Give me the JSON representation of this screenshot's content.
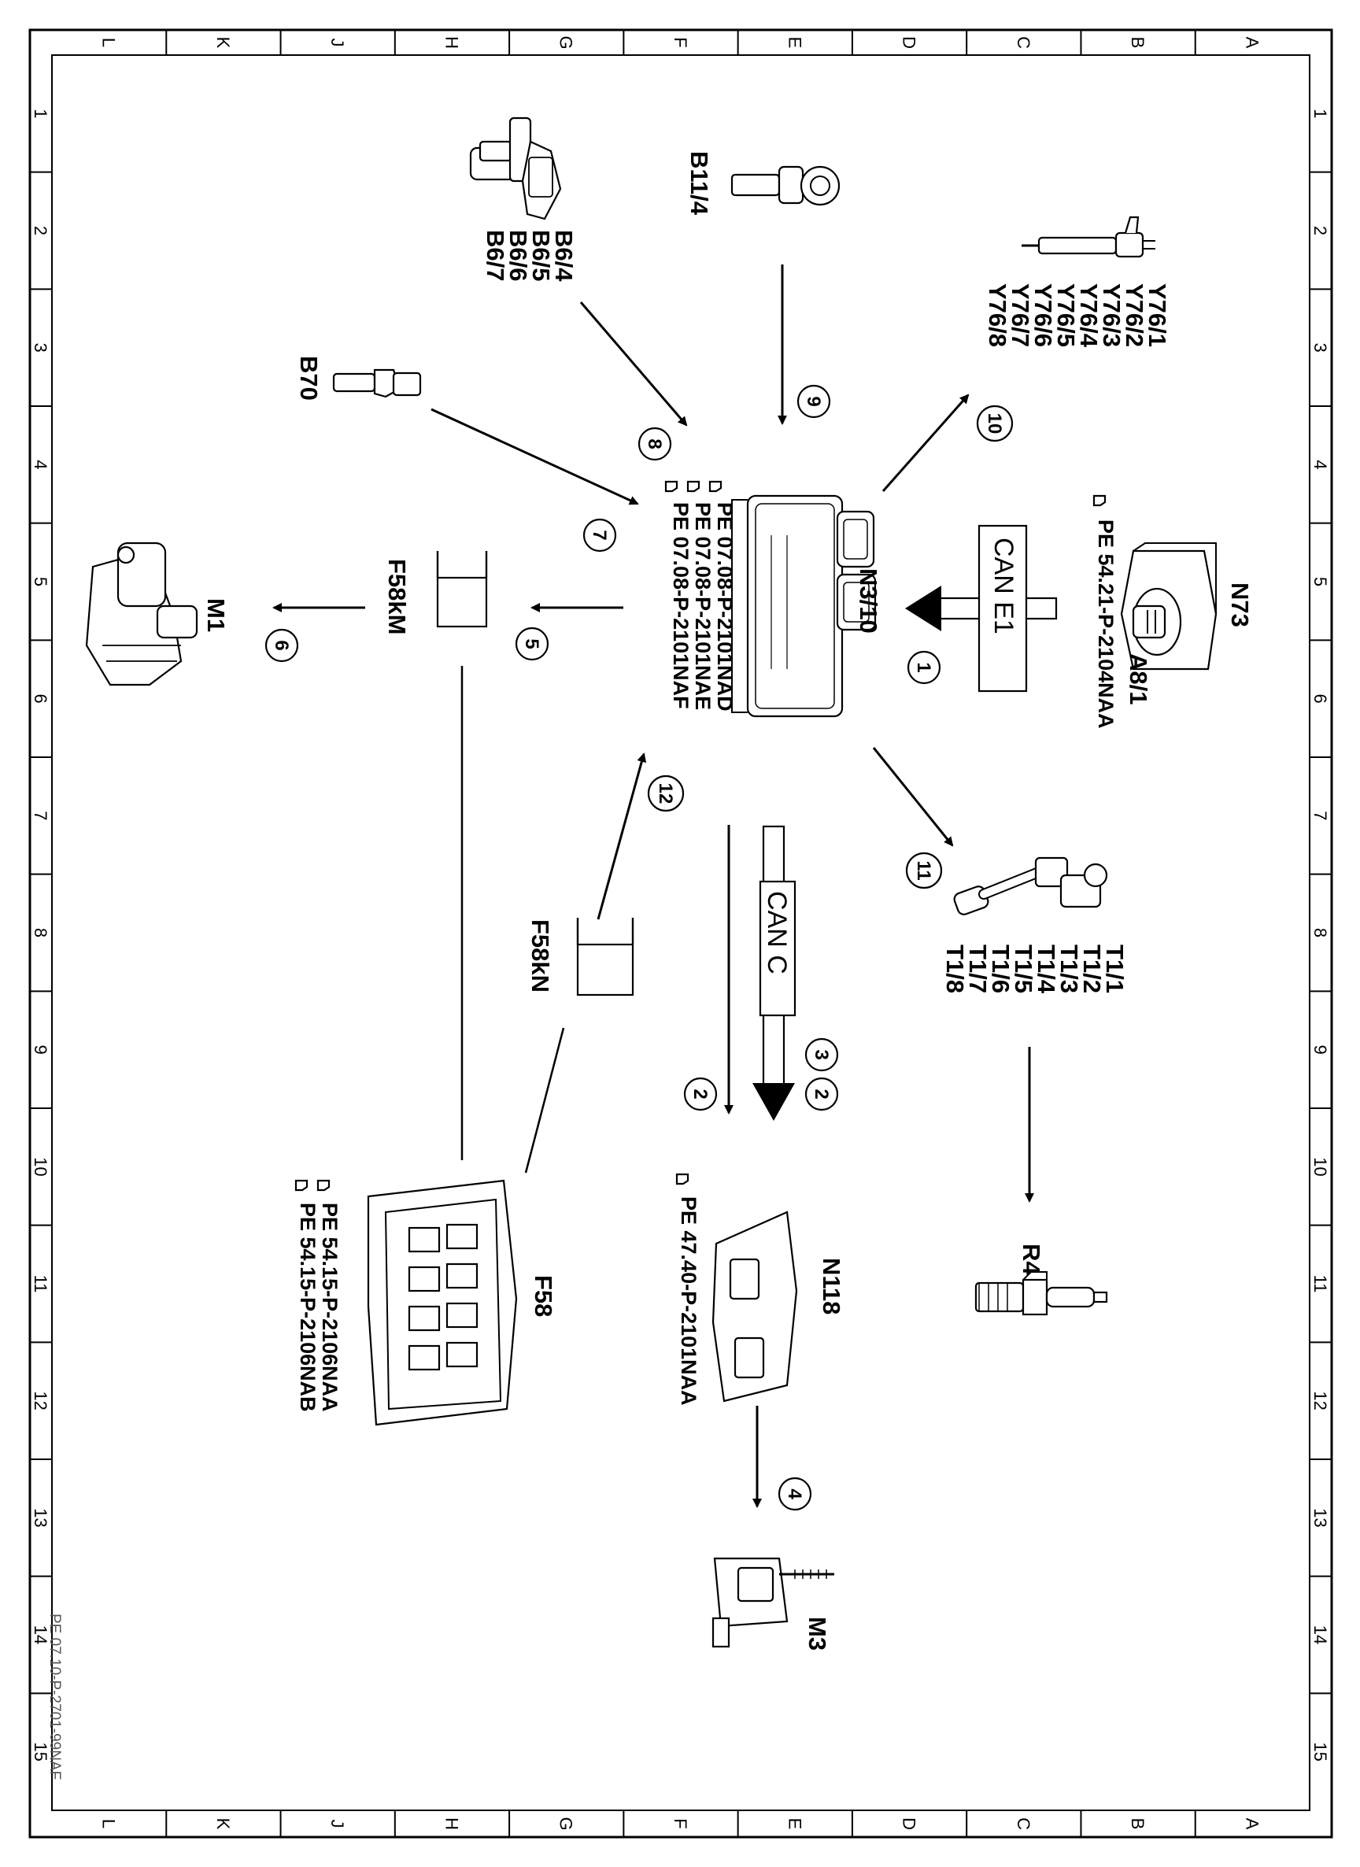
{
  "document_id": "PE 07.10-P-2701-99NAF",
  "grid": {
    "columns": [
      "L",
      "K",
      "J",
      "H",
      "G",
      "F",
      "E",
      "D",
      "C",
      "B",
      "A"
    ],
    "rows": [
      "1",
      "2",
      "3",
      "4",
      "5",
      "6",
      "7",
      "8",
      "9",
      "10",
      "11",
      "12",
      "13",
      "14",
      "15"
    ]
  },
  "components": {
    "n310": "N3/10",
    "n310_refs": [
      "PE 07.08-P-2101NAD",
      "PE 07.08-P-2101NAE",
      "PE 07.08-P-2101NAF"
    ],
    "n73": "N73",
    "a81": "A8/1",
    "n73_ref": "PE 54.21-P-2104NAA",
    "n118": "N118",
    "n118_ref": "PE 47.40-P-2101NAA",
    "f58": "F58",
    "f58_refs": [
      "PE 54.15-P-2106NAA",
      "PE 54.15-P-2106NAB"
    ],
    "f58km": "F58kM",
    "f58kn": "F58kN",
    "m1": "M1",
    "m3": "M3",
    "r4": "R4",
    "b70": "B70",
    "b114": "B11/4",
    "b6": [
      "B6/4",
      "B6/5",
      "B6/6",
      "B6/7"
    ],
    "y76": [
      "Y76/1",
      "Y76/2",
      "Y76/3",
      "Y76/4",
      "Y76/5",
      "Y76/6",
      "Y76/7",
      "Y76/8"
    ],
    "t1": [
      "T1/1",
      "T1/2",
      "T1/3",
      "T1/4",
      "T1/5",
      "T1/6",
      "T1/7",
      "T1/8"
    ]
  },
  "buses": {
    "can_e1": "CAN E1",
    "can_c": "CAN C"
  },
  "flow_numbers": [
    "1",
    "2",
    "2",
    "3",
    "4",
    "5",
    "6",
    "7",
    "8",
    "9",
    "10",
    "11",
    "12"
  ]
}
